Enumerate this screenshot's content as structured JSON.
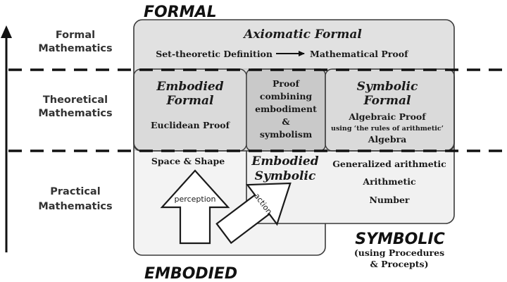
{
  "corners": {
    "formal": "FORMAL",
    "embodied": "EMBODIED",
    "symbolic": "SYMBOLIC",
    "symbolic_note_1": "(using Procedures",
    "symbolic_note_2": "& Procepts)"
  },
  "levels": {
    "formal": [
      "Formal",
      "Mathematics"
    ],
    "theoretical": [
      "Theoretical",
      "Mathematics"
    ],
    "practical": [
      "Practical",
      "Mathematics"
    ]
  },
  "axiomatic": {
    "title": "Axiomatic Formal",
    "left": "Set-theoretic Definition",
    "right": "Mathematical Proof"
  },
  "embodied_formal": {
    "title": [
      "Embodied",
      "Formal"
    ],
    "body": "Euclidean Proof"
  },
  "proof_combining": [
    "Proof",
    "combining",
    "embodiment",
    "&",
    "symbolism"
  ],
  "symbolic_formal": {
    "title": [
      "Symbolic",
      "Formal"
    ],
    "body": "Algebraic Proof",
    "note": "using ‘the rules of arithmetic’",
    "footer": "Algebra"
  },
  "embodied_symbolic": {
    "title": [
      "Embodied",
      "Symbolic"
    ]
  },
  "practical": {
    "space_shape": "Space & Shape",
    "generalized": "Generalized arithmetic",
    "arithmetic": "Arithmetic",
    "number": "Number"
  },
  "arrows": {
    "perception": "perception",
    "action": "action"
  },
  "colors": {
    "formal_fill": "#dcdcdc",
    "overlap_fill": "#c9c9c9",
    "lower_fill": "#f3f3f3",
    "stroke": "#3a3a3a",
    "dash": "#111111"
  }
}
